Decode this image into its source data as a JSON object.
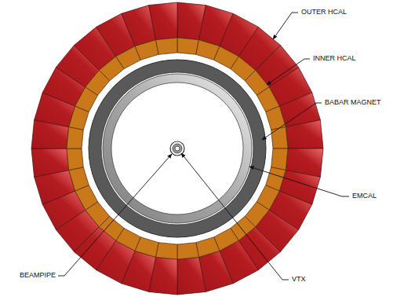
{
  "diagram": {
    "labels": [
      "OUTER HCAL",
      "INNER HCAL",
      "BABAR MAGNET",
      "EMCAL",
      "BEAMPIPE",
      "VTX"
    ]
  }
}
